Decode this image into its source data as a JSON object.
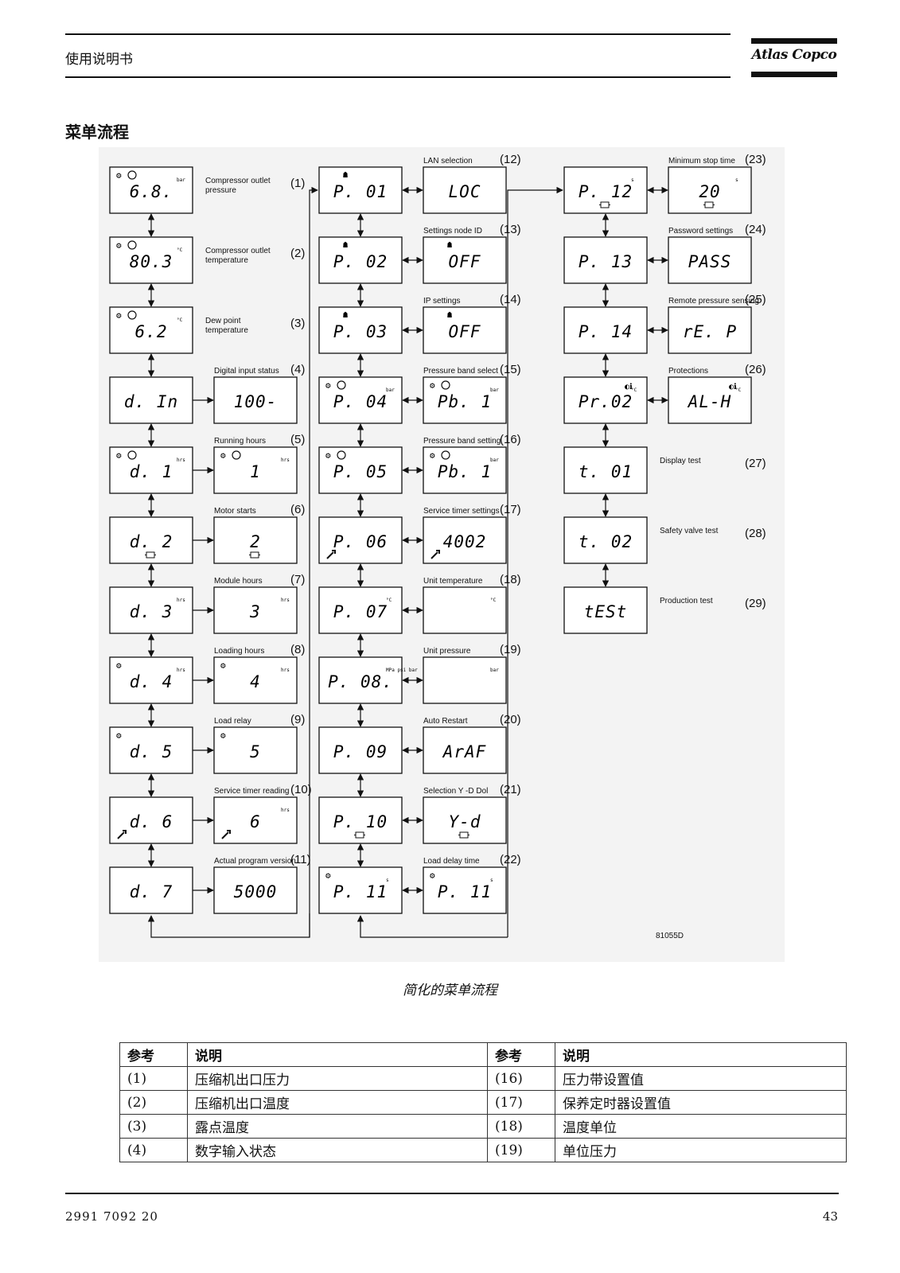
{
  "header": {
    "title": "使用说明书",
    "brand": "Atlas Copco"
  },
  "section_title": "菜单流程",
  "figure": {
    "code": "81055D",
    "caption": "简化的菜单流程",
    "columns": [
      [
        {
          "display": "6.8.",
          "unit": "bar",
          "icons": "comp",
          "ref": "(1)",
          "title": "Compressor outlet\npressure",
          "title_pos": "side"
        },
        {
          "display": "80.3",
          "unit": "°C",
          "icons": "comp-temp",
          "ref": "(2)",
          "title": "Compressor outlet\ntemperature",
          "title_pos": "side"
        },
        {
          "display": "6.2",
          "unit": "°C",
          "icons": "dew",
          "ref": "(3)",
          "title": "Dew point\ntemperature",
          "title_pos": "side"
        },
        {
          "display": "d. In",
          "ref": "(4)",
          "title": "Digital input status",
          "sub": "100-"
        },
        {
          "display": "d.   1",
          "unit": "hrs",
          "icons": "comp",
          "ref": "(5)",
          "title": "Running hours",
          "sub": "1",
          "sub_unit": "hrs",
          "sub_icon": "comp"
        },
        {
          "display": "d.   2",
          "icons": "motor",
          "ref": "(6)",
          "title": "Motor starts",
          "sub": "2",
          "sub_icon": "motor"
        },
        {
          "display": "d.   3",
          "unit": "hrs",
          "ref": "(7)",
          "title": "Module hours",
          "sub": "3",
          "sub_unit": "hrs"
        },
        {
          "display": "d.   4",
          "unit": "hrs",
          "icons": "load",
          "ref": "(8)",
          "title": "Loading hours",
          "sub": "4",
          "sub_unit": "hrs",
          "sub_icon": "load"
        },
        {
          "display": "d.   5",
          "icons": "load",
          "ref": "(9)",
          "title": "Load relay",
          "sub": "5",
          "sub_icon": "load"
        },
        {
          "display": "d.   6",
          "icons": "wrench",
          "ref": "(10)",
          "title": "Service timer reading",
          "sub": "6",
          "sub_unit": "hrs",
          "sub_icon": "wrench"
        },
        {
          "display": "d.   7",
          "ref": "(11)",
          "title": "Actual program version",
          "sub": "5000"
        }
      ],
      [
        {
          "display": "P. 01",
          "icons": "net",
          "ref": "(12)",
          "title": "LAN selection",
          "sub": "LOC"
        },
        {
          "display": "P. 02",
          "icons": "net",
          "ref": "(13)",
          "title": "Settings node ID",
          "sub": "OFF",
          "sub_icon": "net"
        },
        {
          "display": "P. 03",
          "icons": "net",
          "ref": "(14)",
          "title": "IP settings",
          "sub": "OFF",
          "sub_icon": "net"
        },
        {
          "display": "P. 04",
          "unit": "bar",
          "icons": "comp",
          "ref": "(15)",
          "title": "Pressure band select",
          "sub": "Pb.  1",
          "sub_unit": "bar",
          "sub_icon": "comp"
        },
        {
          "display": "P. 05",
          "icons": "comp",
          "ref": "(16)",
          "title": "Pressure band setting",
          "sub": "Pb.  1",
          "sub_unit": "bar",
          "sub_icon": "comp"
        },
        {
          "display": "P. 06",
          "icons": "wrench",
          "ref": "(17)",
          "title": "Service timer settings",
          "sub": "4002",
          "sub_icon": "wrench"
        },
        {
          "display": "P. 07",
          "unit": "°C",
          "ref": "(18)",
          "title": "Unit temperature",
          "sub": "",
          "sub_unit": "°C"
        },
        {
          "display": "P. 08.",
          "unit": "MPa psi bar",
          "ref": "(19)",
          "title": "Unit pressure",
          "sub": "",
          "sub_unit": "bar"
        },
        {
          "display": "P. 09",
          "ref": "(20)",
          "title": "Auto Restart",
          "sub": "ArAF"
        },
        {
          "display": "P. 10",
          "icons": "motor",
          "ref": "(21)",
          "title": "Selection Y -D Dol",
          "sub": "Y-d",
          "sub_icon": "motor"
        },
        {
          "display": "P. 11",
          "unit": "s",
          "icons": "load",
          "ref": "(22)",
          "title": "Load delay time",
          "sub": "P. 11",
          "sub_unit": "s",
          "sub_icon": "load"
        }
      ],
      [
        {
          "display": "P. 12",
          "unit": "s",
          "icons": "motor",
          "ref": "(23)",
          "title": "Minimum stop time",
          "sub": "20",
          "sub_unit": "s",
          "sub_icon": "motor"
        },
        {
          "display": "P. 13",
          "ref": "(24)",
          "title": "Password settings",
          "sub": "PASS"
        },
        {
          "display": "P. 14",
          "ref": "(25)",
          "title": "Remote pressure sensing",
          "sub": "rE. P"
        },
        {
          "display": "Pr.02",
          "unit": "°C",
          "icons": "temp",
          "ref": "(26)",
          "title": "Protections",
          "sub": "AL-H",
          "sub_unit": "°C",
          "sub_icon": "temp"
        },
        {
          "display": "t. 01",
          "ref": "(27)",
          "title": "Display test",
          "title_pos": "side"
        },
        {
          "display": "t. 02",
          "ref": "(28)",
          "title": "Safety valve test",
          "title_pos": "side"
        },
        {
          "display": "tESt",
          "ref": "(29)",
          "title": "Production test",
          "title_pos": "side"
        }
      ]
    ]
  },
  "table": {
    "headers": [
      "参考",
      "说明",
      "参考",
      "说明"
    ],
    "rows": [
      [
        "(1)",
        "压缩机出口压力",
        "(16)",
        "压力带设置值"
      ],
      [
        "(2)",
        "压缩机出口温度",
        "(17)",
        "保养定时器设置值"
      ],
      [
        "(3)",
        "露点温度",
        "(18)",
        "温度单位"
      ],
      [
        "(4)",
        "数字输入状态",
        "(19)",
        "单位压力"
      ]
    ]
  },
  "footer": {
    "doc_number": "2991 7092 20",
    "page": "43"
  }
}
